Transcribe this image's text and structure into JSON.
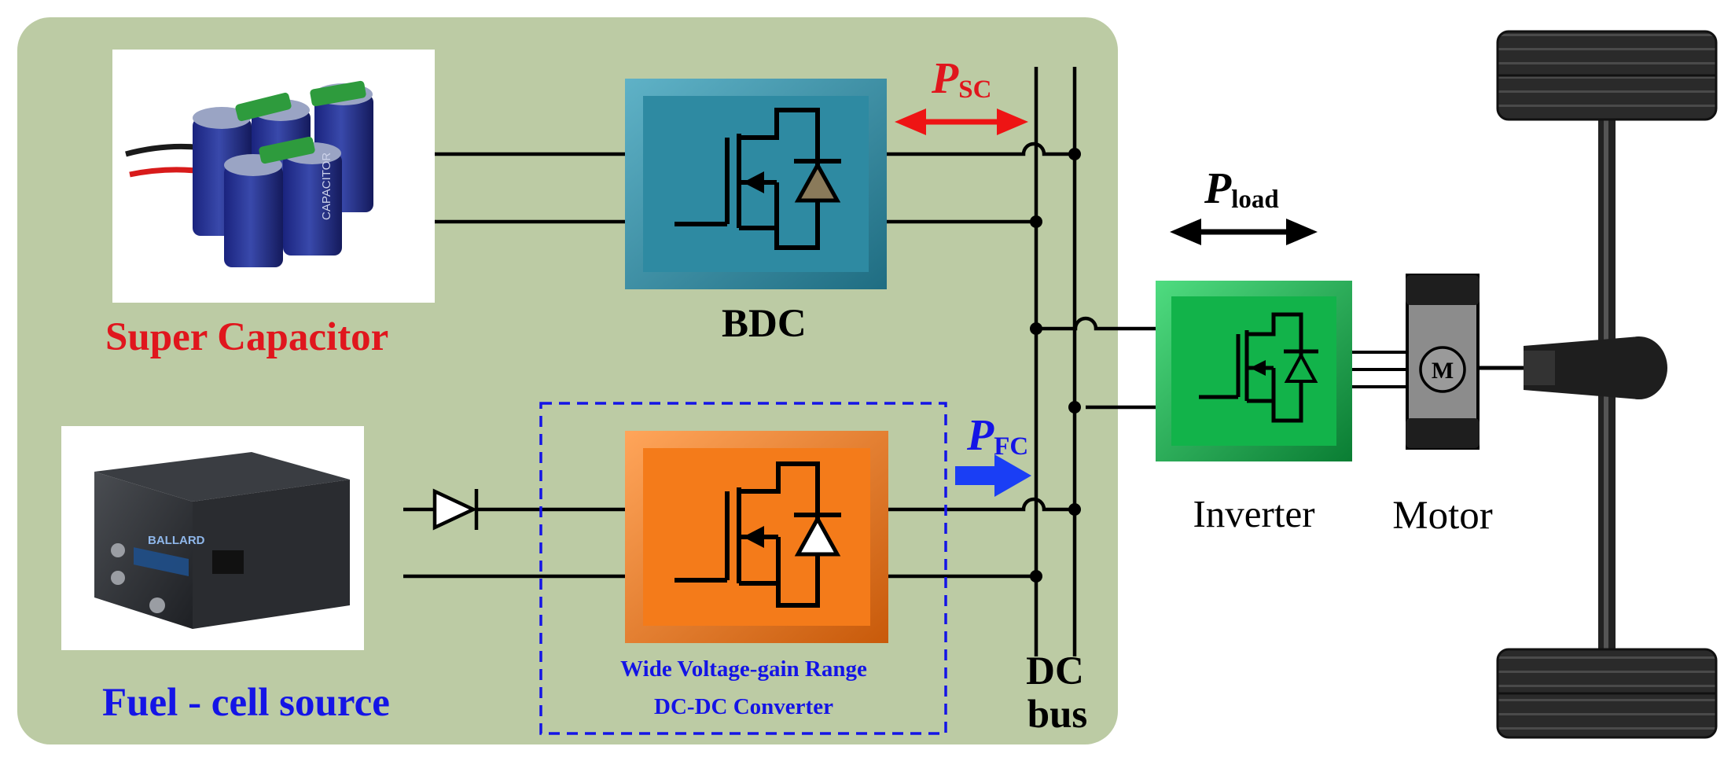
{
  "labels": {
    "supercap": "Super Capacitor",
    "fuelcell": "Fuel - cell source",
    "bdc": "BDC",
    "wide_line1": "Wide Voltage-gain Range",
    "wide_line2": "DC-DC Converter",
    "dc": "DC",
    "bus": "bus",
    "inverter": "Inverter",
    "motor": "Motor",
    "motor_symbol": "M"
  },
  "power": {
    "p_letter": "P",
    "sc": "SC",
    "fc": "FC",
    "load": "load"
  },
  "images": {
    "capacitor_brand": "CAPACITOR",
    "fuelcell_brand": "BALLARD"
  },
  "colors": {
    "panel": "#bccba4",
    "bdc": "#2e8aa2",
    "converter": "#f47b1a",
    "inverter": "#12b34a",
    "supercap_text": "#e0161d",
    "fuelcell_text": "#1414e6",
    "psc_arrow": "#ee1414",
    "pfc_arrow": "#1a3ef5"
  }
}
